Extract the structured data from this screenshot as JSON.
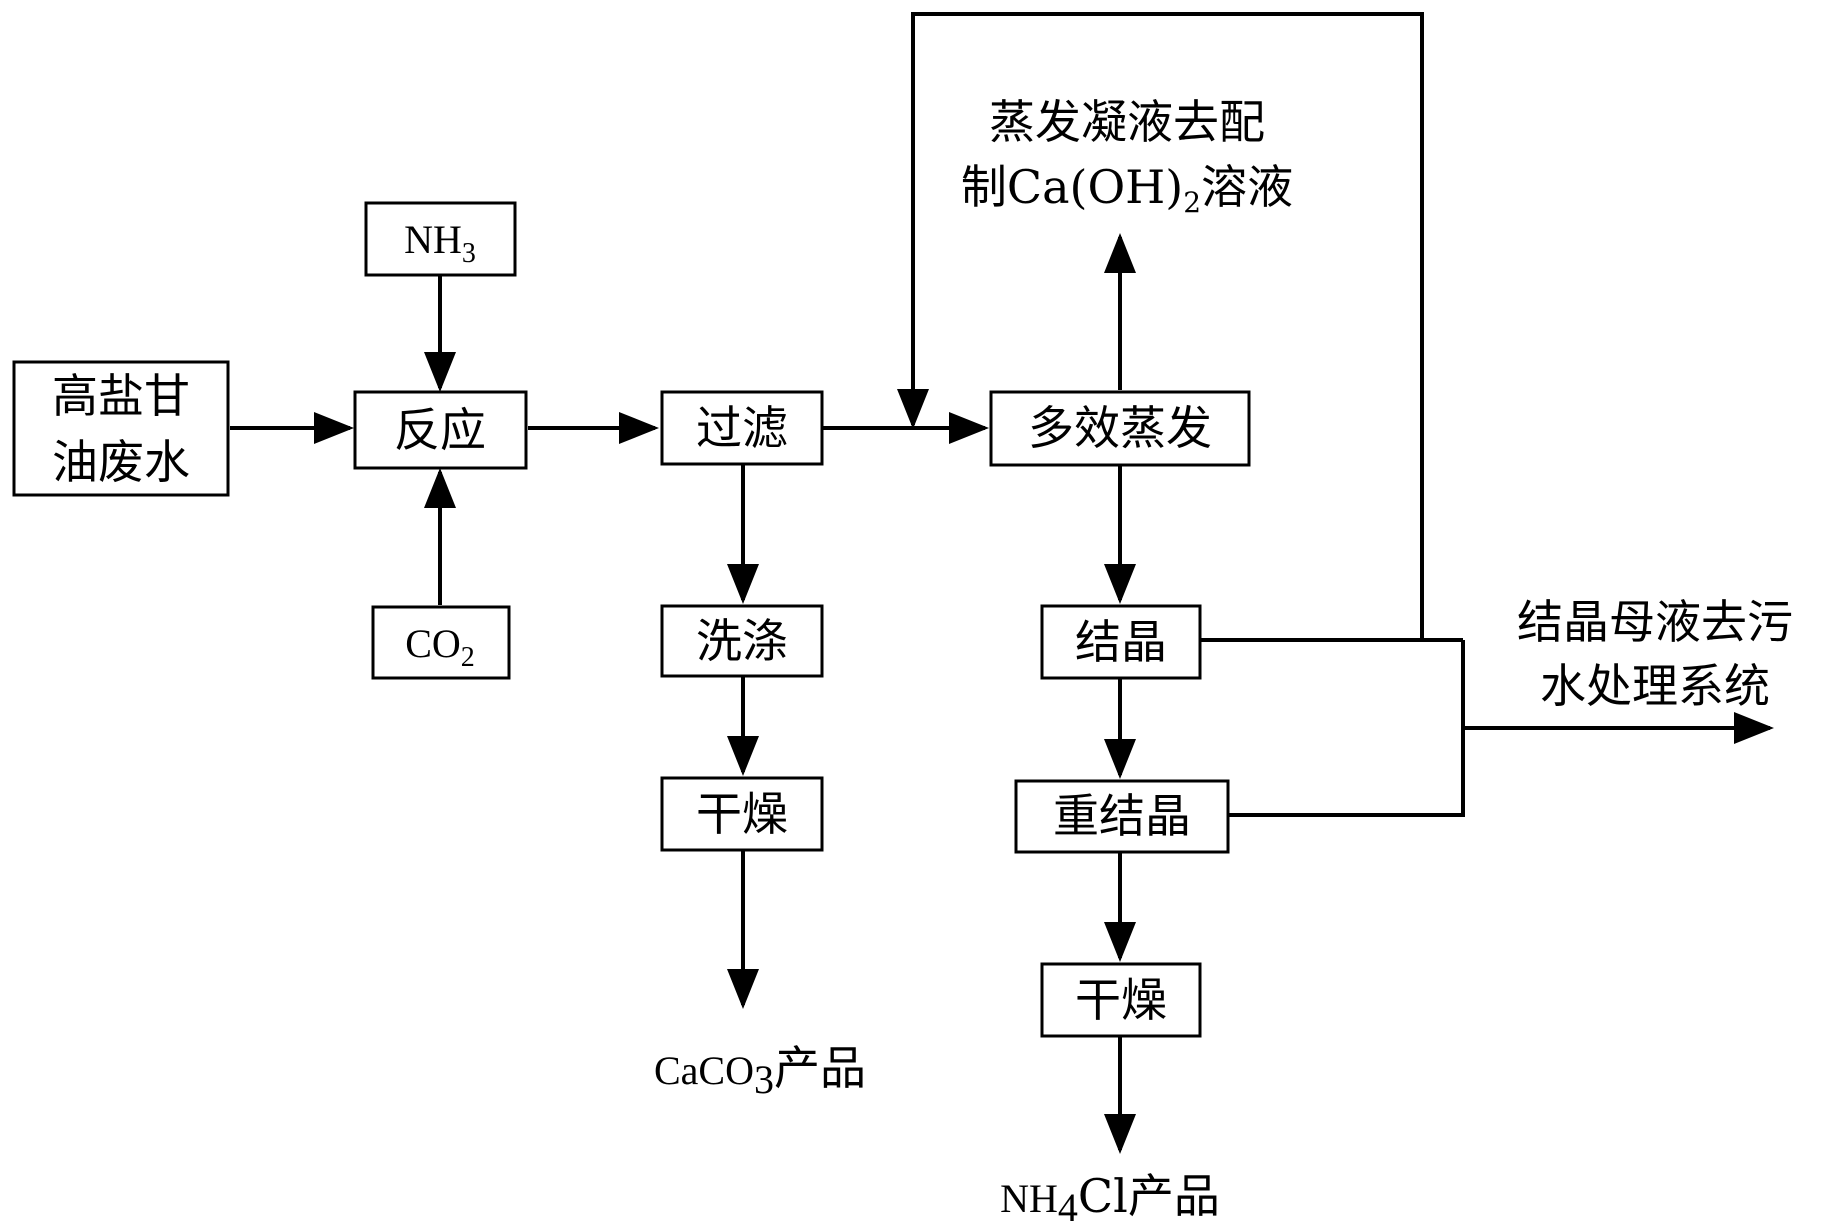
{
  "nodes": {
    "wastewater": {
      "line1": "高盐甘",
      "line2": "油废水"
    },
    "nh3": {
      "main": "NH",
      "sub": "3"
    },
    "co2": {
      "main": "CO",
      "sub": "2"
    },
    "reaction": {
      "label": "反应"
    },
    "filtration": {
      "label": "过滤"
    },
    "washing": {
      "label": "洗涤"
    },
    "drying1": {
      "label": "干燥"
    },
    "evaporation": {
      "label": "多效蒸发"
    },
    "crystallization": {
      "label": "结晶"
    },
    "recrystallization": {
      "label": "重结晶"
    },
    "drying2": {
      "label": "干燥"
    }
  },
  "outputs": {
    "caco3": {
      "prefix": "CaCO",
      "sub": "3",
      "suffix": "产品"
    },
    "nh4cl": {
      "prefix": "NH",
      "sub": "4",
      "suffix": "Cl产品"
    },
    "condensate": {
      "line1": "蒸发凝液去配",
      "line2_prefix": "制Ca(OH)",
      "line2_sub": "2",
      "line2_suffix": "溶液"
    },
    "mother_liquor": {
      "line1": "结晶母液去污",
      "line2": "水处理系统"
    }
  }
}
